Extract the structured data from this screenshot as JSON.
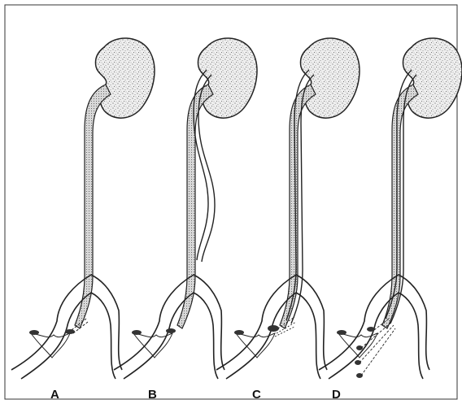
{
  "figure": {
    "panels": [
      {
        "id": "a",
        "label": "A"
      },
      {
        "id": "b",
        "label": "B"
      },
      {
        "id": "c",
        "label": "C"
      },
      {
        "id": "d",
        "label": "D"
      }
    ]
  }
}
